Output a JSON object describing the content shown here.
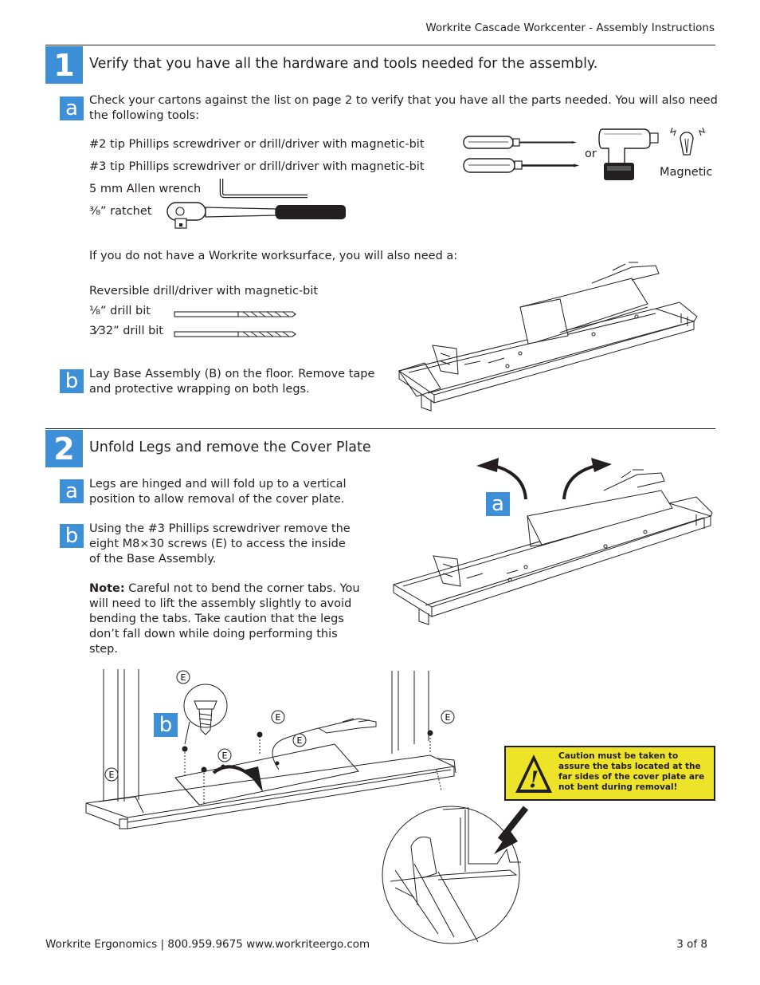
{
  "header": {
    "title": "Workrite Cascade Workcenter - Assembly Instructions"
  },
  "step1": {
    "number": "1",
    "heading": "Verify that you have all the hardware and tools needed for the assembly.",
    "a": {
      "letter": "a",
      "text": "Check your cartons against the list on page 2 to verify that you have all the parts needed. You will also need the following tools:",
      "tools": [
        "#2 tip Phillips screwdriver or drill/driver with magnetic-bit",
        "#3 tip Phillips screwdriver or drill/driver with magnetic-bit",
        "5 mm Allen wrench",
        "⅜” ratchet"
      ],
      "or_label": "or",
      "magnetic_label": "Magnetic",
      "extra_intro": "If you do not have a Workrite worksurface, you will also need a:",
      "extra_tools": [
        "Reversible drill/driver with magnetic-bit",
        "⅛” drill bit",
        "3⁄32” drill bit"
      ]
    },
    "b": {
      "letter": "b",
      "text": "Lay Base Assembly (B) on the floor. Remove tape and protective wrapping on both legs."
    }
  },
  "step2": {
    "number": "2",
    "heading": "Unfold Legs and remove the Cover Plate",
    "a": {
      "letter": "a",
      "text": "Legs are hinged and will fold up to a vertical position to allow removal of the cover plate."
    },
    "b": {
      "letter": "b",
      "text": "Using the #3 Phillips screwdriver remove the eight M8×30 screws (E) to access the inside of the Base Assembly.",
      "note_label": "Note:",
      "note_text": " Careful not to bend the corner tabs. You will need to lift the assembly slightly to avoid bending the tabs. Take caution that the legs don’t fall down while doing performing this step."
    },
    "figure_a_label": "a",
    "figure_b_label": "b",
    "screw_label": "E",
    "caution": {
      "symbol": "!",
      "text": "Caution must be taken to assure the tabs located at the far sides of the cover plate are not bent during removal!"
    }
  },
  "footer": {
    "company": "Workrite Ergonomics  |  800.959.9675  www.workriteergo.com",
    "page": "3 of 8"
  },
  "colors": {
    "accent": "#3d8fd8",
    "caution": "#ede42a"
  }
}
